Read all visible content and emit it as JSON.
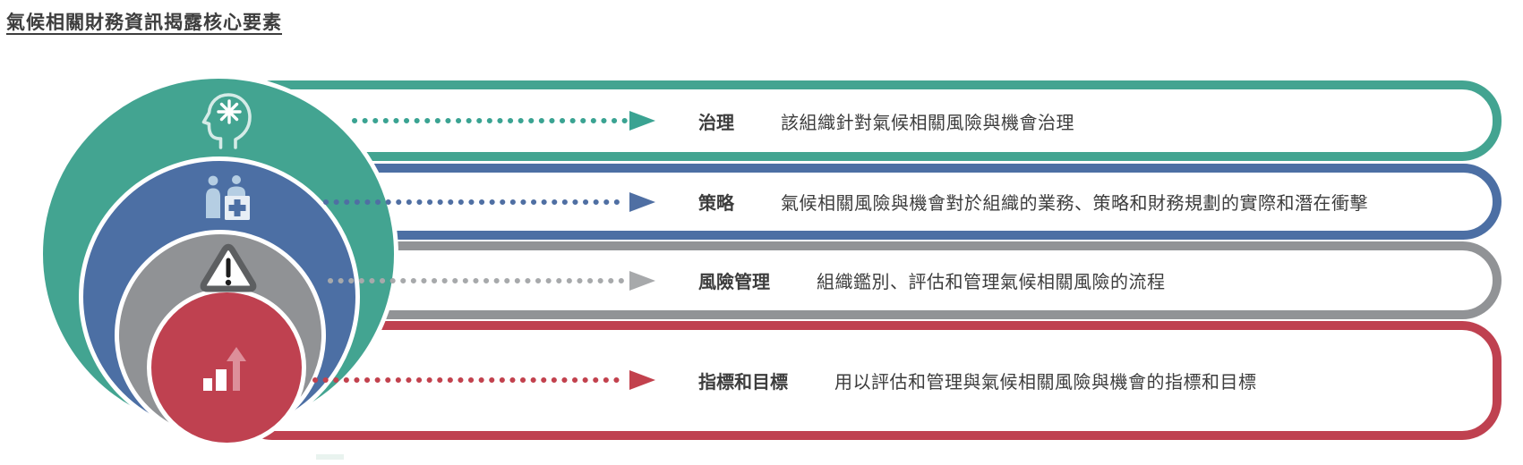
{
  "title": "氣候相關財務資訊揭露核心要素",
  "colors": {
    "teal": "#43a491",
    "blue": "#4c6fa4",
    "gray": "#919396",
    "red": "#bf4150",
    "text": "#3d3d3d",
    "icon_light_blue": "#b5cee3",
    "icon_box_fill": "#e7eef5",
    "arrow_pink": "#dd8f9a",
    "dot_teal": "#3aa392",
    "dot_blue": "#4f6fa3",
    "dot_gray": "#a7a9ab",
    "dot_red": "#c2414d"
  },
  "rings": [
    {
      "id": "governance",
      "color": "#43a491",
      "icon": "head-idea-icon"
    },
    {
      "id": "strategy",
      "color": "#4c6fa4",
      "icon": "people-medical-icon"
    },
    {
      "id": "risk-management",
      "color": "#919396",
      "icon": "warning-triangle-icon"
    },
    {
      "id": "metrics-targets",
      "color": "#bf4150",
      "icon": "bar-chart-up-arrow-icon"
    }
  ],
  "rows": [
    {
      "label": "治理",
      "description": "該組織針對氣候相關風險與機會治理"
    },
    {
      "label": "策略",
      "description": "氣候相關風險與機會對於組織的業務、策略和財務規劃的實際和潛在衝擊"
    },
    {
      "label": "風險管理",
      "description": "組織鑑別、評估和管理氣候相關風險的流程"
    },
    {
      "label": "指標和目標",
      "description": "用以評估和管理與氣候相關風險與機會的指標和目標"
    }
  ]
}
